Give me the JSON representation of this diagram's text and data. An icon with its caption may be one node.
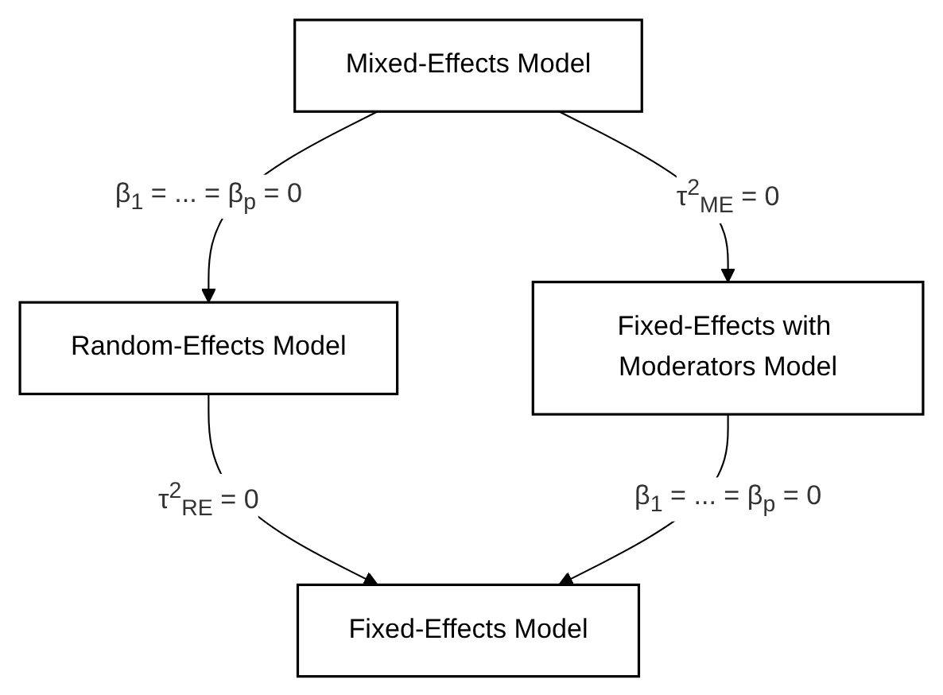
{
  "diagram": {
    "nodes": [
      {
        "text": [
          "Mixed-Effects Model"
        ]
      },
      {
        "text": [
          "Random-Effects Model"
        ]
      },
      {
        "text": [
          "Fixed-Effects with Moderators Model"
        ]
      },
      {
        "text": [
          "Fixed-Effects Model"
        ]
      }
    ],
    "edges": [
      {
        "from": 0,
        "to": 1,
        "arrow": "to",
        "label": "β$_{1}$ = ... = β$_{p}$ = 0"
      },
      {
        "from": 0,
        "to": 2,
        "arrow": "to",
        "label": "τ$^{2}$$_{ME}$ = 0"
      },
      {
        "from": 1,
        "to": 3,
        "arrow": "to",
        "label": "τ$^{2}$$_{RE}$ = 0"
      },
      {
        "from": 2,
        "to": 3,
        "arrow": "to",
        "label": "β$_{1}$ = ... = β$_{p}$ = 0"
      }
    ]
  }
}
